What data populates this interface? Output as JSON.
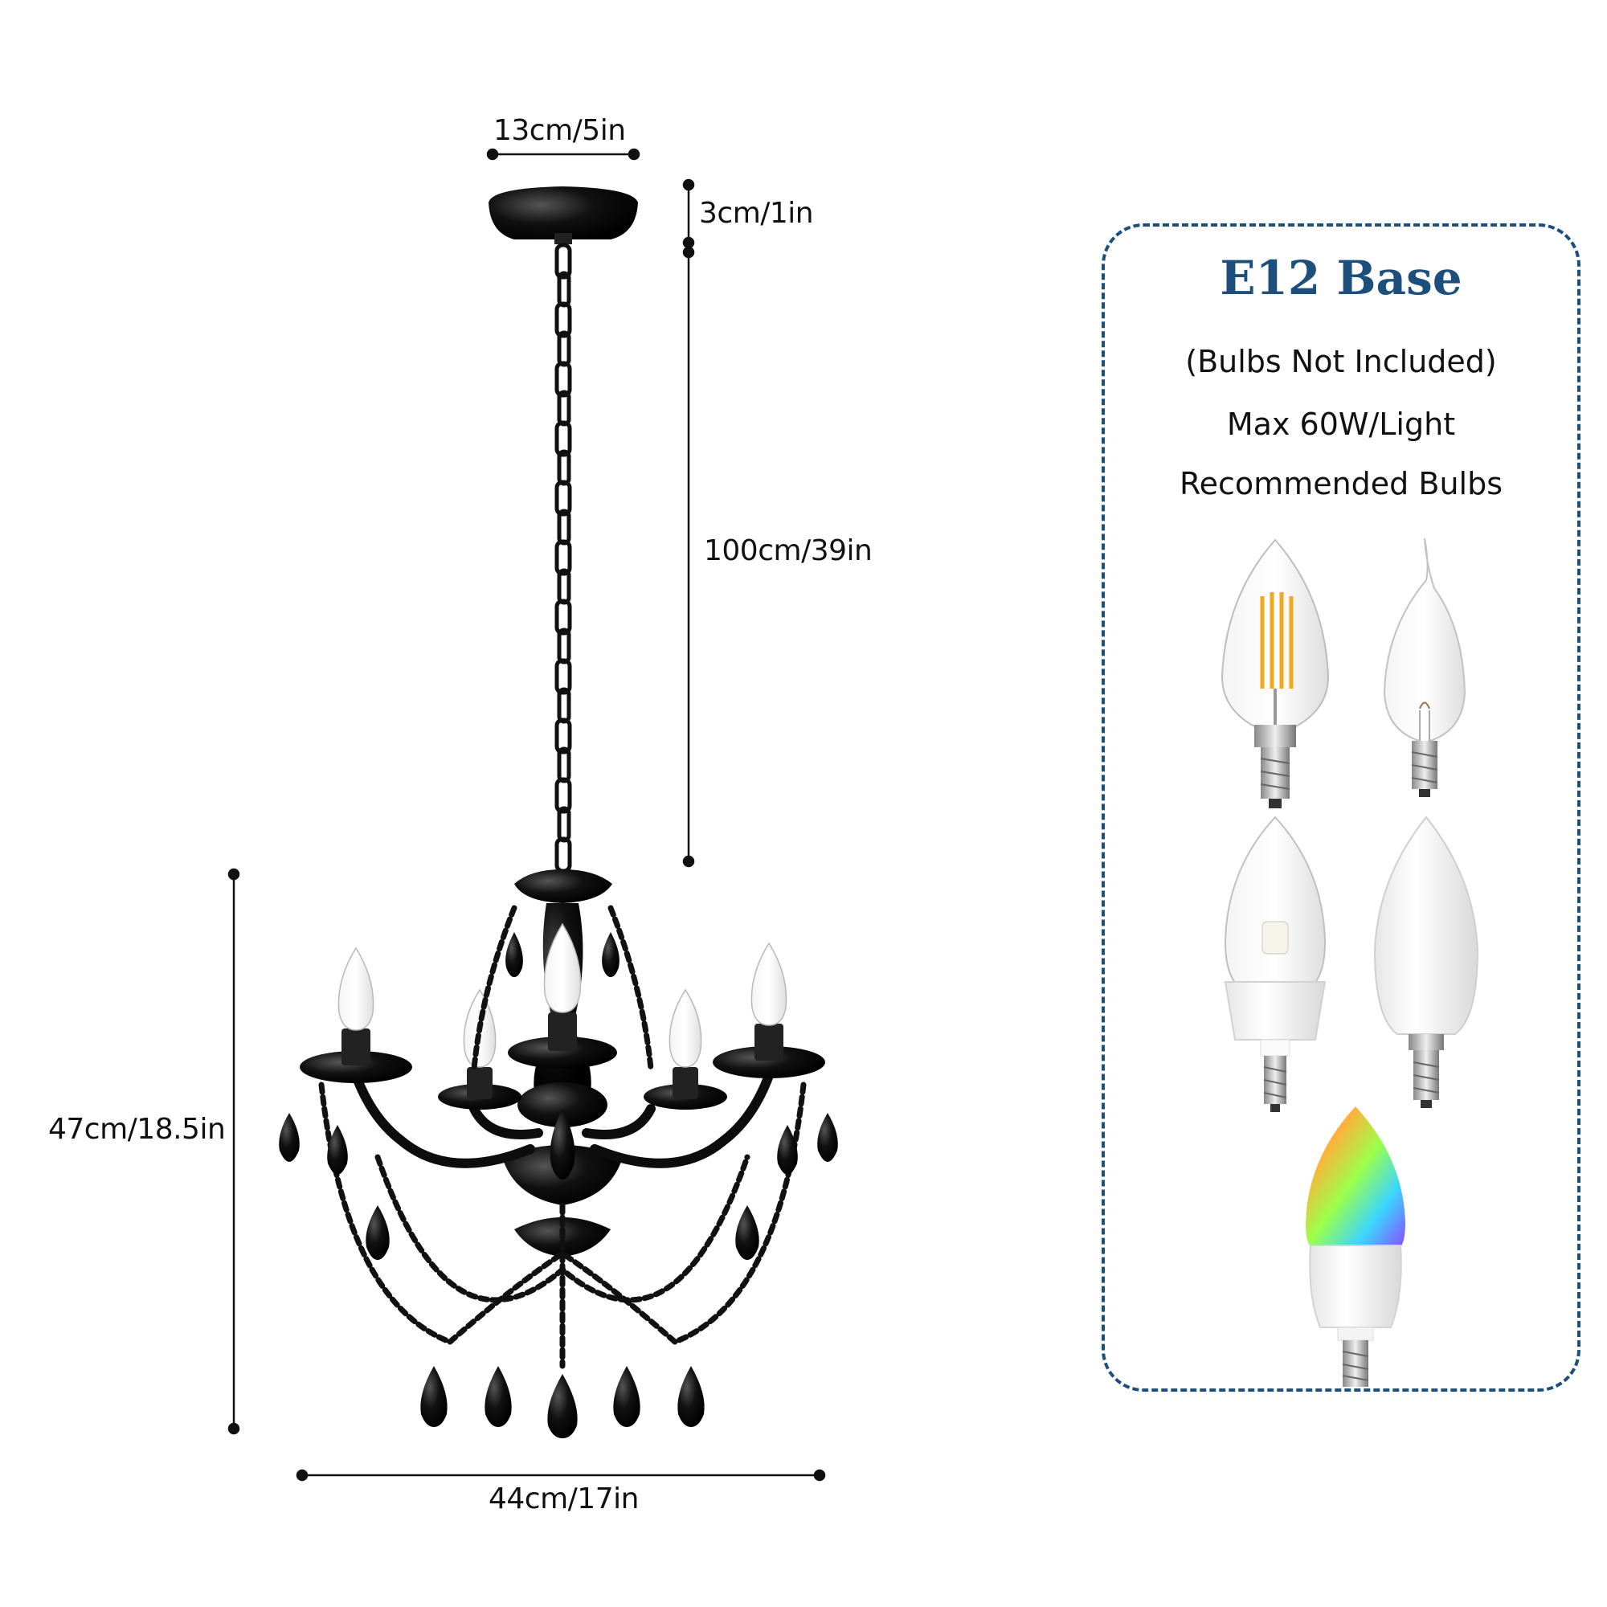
{
  "dimensions": {
    "canopy_width": "13cm/5in",
    "canopy_height": "3cm/1in",
    "chain_length": "100cm/39in",
    "body_height": "47cm/18.5in",
    "body_width": "44cm/17in"
  },
  "bulb_panel": {
    "title": "E12 Base",
    "note": "(Bulbs Not Included)",
    "max_wattage": "Max 60W/Light",
    "recommended": "Recommended Bulbs"
  },
  "colors": {
    "accent": "#1d4f7c",
    "fixture": "#111111"
  },
  "icons": [
    "led-filament-bulb-icon",
    "flame-tip-bulb-icon",
    "clear-led-candle-bulb-icon",
    "frosted-led-candle-bulb-icon",
    "rgb-smart-bulb-icon"
  ]
}
